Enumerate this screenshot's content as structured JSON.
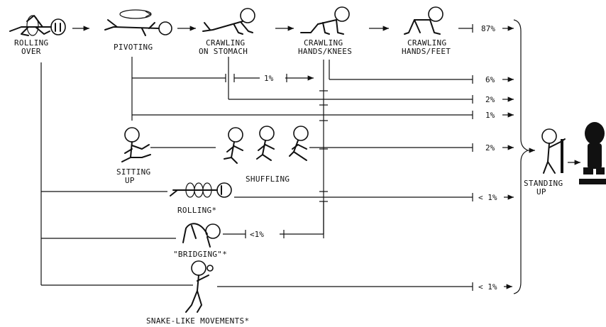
{
  "stages": {
    "rolling_over": [
      "ROLLING",
      "OVER"
    ],
    "pivoting": [
      "PIVOTING"
    ],
    "crawling_stomach": [
      "CRAWLING",
      "ON STOMACH"
    ],
    "crawling_knees": [
      "CRAWLING",
      "HANDS/KNEES"
    ],
    "crawling_feet": [
      "CRAWLING",
      "HANDS/FEET"
    ],
    "sitting_up": [
      "SITTING",
      "UP"
    ],
    "shuffling": [
      "SHUFFLING"
    ],
    "rolling": [
      "ROLLING*"
    ],
    "bridging": [
      "\"BRIDGING\"*"
    ],
    "snake": [
      "SNAKE-LIKE MOVEMENTS*"
    ],
    "standing": [
      "STANDING",
      "UP"
    ]
  },
  "percentages": {
    "feet_path": "87%",
    "stomach_knees_gap": "1%",
    "knees_path": "6%",
    "stomach_path": "2%",
    "pivot_path": "1%",
    "shuffle_path": "2%",
    "rolling_path": "< 1%",
    "bridging_path": "<1%",
    "snake_path": "< 1%"
  }
}
